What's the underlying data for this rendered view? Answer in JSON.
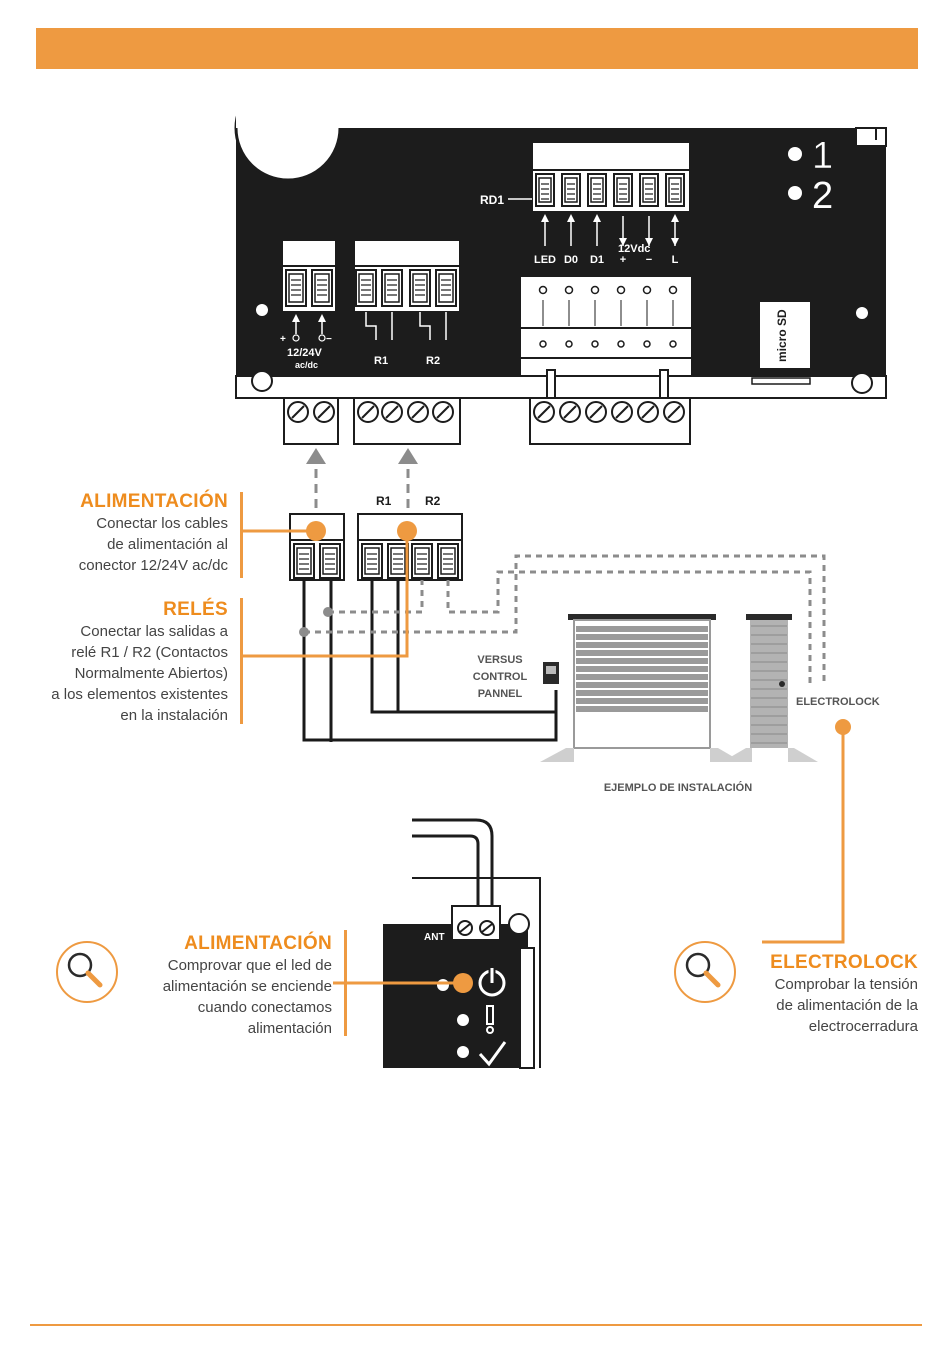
{
  "colors": {
    "accent": "#ee9a41",
    "board": "#1c1c1c",
    "wire": "#1a1a1a",
    "dashed": "#8c8c8c",
    "door": "#9a9a9a"
  },
  "board": {
    "rd1_label": "RD1",
    "rd1_terminals": [
      "LED",
      "D0",
      "D1",
      "+",
      "−",
      "L"
    ],
    "rd1_voltage": "12Vdc",
    "indicators": [
      "1",
      "2"
    ],
    "power_terminal_signs": [
      "+",
      "−"
    ],
    "power_label": "12/24V",
    "power_sub_label": "ac/dc",
    "relay_labels": [
      "R1",
      "R2"
    ],
    "microsd_label": "micro SD"
  },
  "connector_labels": {
    "r1": "R1",
    "r2": "R2"
  },
  "callouts": {
    "alimentacion_top": {
      "title": "ALIMENTACIÓN",
      "lines": [
        "Conectar los cables",
        "de alimentación al",
        "conector 12/24V ac/dc"
      ]
    },
    "reles": {
      "title": "RELÉS",
      "lines": [
        "Conectar las salidas a",
        "relé R1 / R2 (Contactos",
        "Normalmente Abiertos)",
        "a los elementos existentes",
        "en la instalación"
      ]
    },
    "alimentacion_bottom": {
      "title": "ALIMENTACIÓN",
      "lines": [
        "Comprovar que el led de",
        "alimentación se enciende",
        "cuando conectamos",
        "alimentación"
      ]
    },
    "electrolock": {
      "title": "ELECTROLOCK",
      "lines": [
        "Comprobar la tensión",
        "de alimentación de la",
        "electrocerradura"
      ]
    }
  },
  "installation": {
    "panel_label_lines": [
      "VERSUS",
      "CONTROL",
      "PANNEL"
    ],
    "electrolock_label": "ELECTROLOCK",
    "caption": "EJEMPLO DE INSTALACIÓN"
  },
  "detail_board": {
    "ant_label": "ANT",
    "icons": [
      "power-icon",
      "exclamation-icon",
      "check-icon"
    ]
  }
}
